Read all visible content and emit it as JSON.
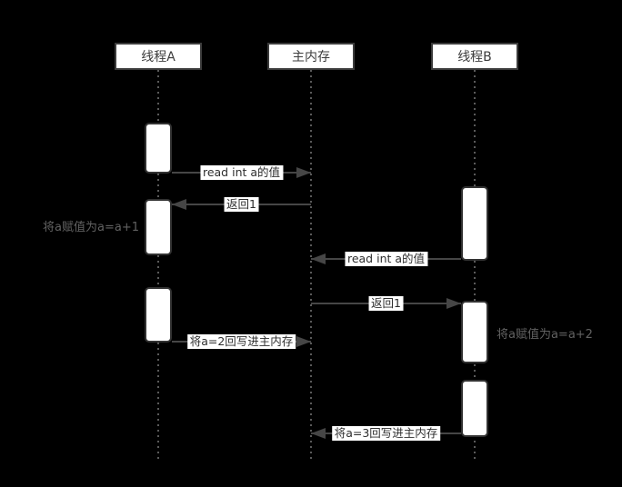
{
  "diagram": {
    "type": "sequence",
    "colors": {
      "background": "#000000",
      "line": "#464646",
      "box_fill": "#ffffff",
      "box_border": "#3c3c3c",
      "label_text": "#2e2e2e",
      "note_text": "#616161"
    },
    "lifelines": [
      {
        "id": "thread-a",
        "label": "线程A"
      },
      {
        "id": "main-memory",
        "label": "主内存"
      },
      {
        "id": "thread-b",
        "label": "线程B"
      }
    ],
    "messages": [
      {
        "from": "线程A",
        "to": "主内存",
        "direction": "right",
        "label": "read int a的值"
      },
      {
        "from": "主内存",
        "to": "线程A",
        "direction": "left",
        "label": "返回1"
      },
      {
        "from": "线程B",
        "to": "主内存",
        "direction": "left",
        "label": "read int a的值"
      },
      {
        "from": "主内存",
        "to": "线程B",
        "direction": "right",
        "label": "返回1"
      },
      {
        "from": "线程A",
        "to": "主内存",
        "direction": "right",
        "label": "将a=2回写进主内存"
      },
      {
        "from": "线程B",
        "to": "主内存",
        "direction": "left",
        "label": "将a=3回写进主内存"
      }
    ],
    "notes": [
      {
        "attached_to": "线程A",
        "label": "将a赋值为a=a+1"
      },
      {
        "attached_to": "线程B",
        "label": "将a赋值为a=a+2"
      }
    ]
  }
}
